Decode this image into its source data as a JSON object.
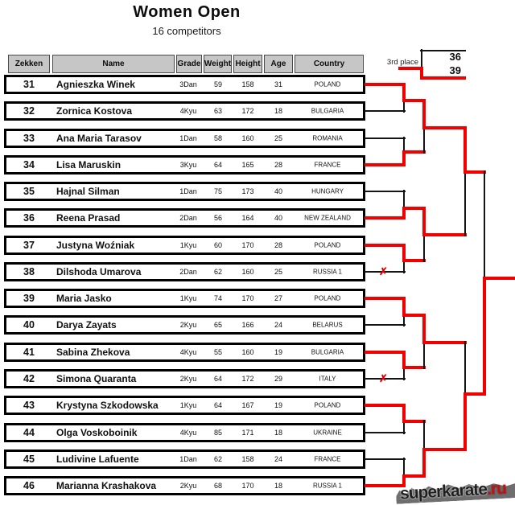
{
  "title": "Women Open",
  "subtitle": "16 competitors",
  "colors": {
    "win_line": "#f10000",
    "lose_line": "#141414",
    "header_bg": "#c6c6c6",
    "x_mark": "#e00000"
  },
  "table": {
    "headers": [
      "Zekken",
      "Name",
      "Grade",
      "Weight",
      "Height",
      "Age",
      "Country"
    ],
    "rows": [
      {
        "zekken": "31",
        "name": "Agnieszka Winek",
        "grade": "3Dan",
        "weight": "59",
        "height": "158",
        "age": "31",
        "country": "POLAND",
        "round1_win": true,
        "x_mark": false
      },
      {
        "zekken": "32",
        "name": "Zornica Kostova",
        "grade": "4Kyu",
        "weight": "63",
        "height": "172",
        "age": "18",
        "country": "BULGARIA",
        "round1_win": false,
        "x_mark": false
      },
      {
        "zekken": "33",
        "name": "Ana Maria Tarasov",
        "grade": "1Dan",
        "weight": "58",
        "height": "160",
        "age": "25",
        "country": "ROMANIA",
        "round1_win": false,
        "x_mark": false
      },
      {
        "zekken": "34",
        "name": "Lisa Maruskin",
        "grade": "3Kyu",
        "weight": "64",
        "height": "165",
        "age": "28",
        "country": "FRANCE",
        "round1_win": true,
        "x_mark": false
      },
      {
        "zekken": "35",
        "name": "Hajnal Silman",
        "grade": "1Dan",
        "weight": "75",
        "height": "173",
        "age": "40",
        "country": "HUNGARY",
        "round1_win": false,
        "x_mark": false
      },
      {
        "zekken": "36",
        "name": "Reena Prasad",
        "grade": "2Dan",
        "weight": "56",
        "height": "164",
        "age": "40",
        "country": "NEW ZEALAND",
        "round1_win": true,
        "x_mark": false
      },
      {
        "zekken": "37",
        "name": "Justyna Woźniak",
        "grade": "1Kyu",
        "weight": "60",
        "height": "170",
        "age": "28",
        "country": "POLAND",
        "round1_win": true,
        "x_mark": false
      },
      {
        "zekken": "38",
        "name": "Dilshoda Umarova",
        "grade": "2Dan",
        "weight": "62",
        "height": "160",
        "age": "25",
        "country": "RUSSIA 1",
        "round1_win": false,
        "x_mark": true
      },
      {
        "zekken": "39",
        "name": "Maria Jasko",
        "grade": "1Kyu",
        "weight": "74",
        "height": "170",
        "age": "27",
        "country": "POLAND",
        "round1_win": true,
        "x_mark": false
      },
      {
        "zekken": "40",
        "name": "Darya Zayats",
        "grade": "2Kyu",
        "weight": "65",
        "height": "166",
        "age": "24",
        "country": "BELARUS",
        "round1_win": false,
        "x_mark": false
      },
      {
        "zekken": "41",
        "name": "Sabina Zhekova",
        "grade": "4Kyu",
        "weight": "55",
        "height": "160",
        "age": "19",
        "country": "BULGARIA",
        "round1_win": true,
        "x_mark": false
      },
      {
        "zekken": "42",
        "name": "Simona Quaranta",
        "grade": "2Kyu",
        "weight": "64",
        "height": "172",
        "age": "29",
        "country": "ITALY",
        "round1_win": false,
        "x_mark": true
      },
      {
        "zekken": "43",
        "name": "Krystyna Szkodowska",
        "grade": "1Kyu",
        "weight": "64",
        "height": "167",
        "age": "19",
        "country": "POLAND",
        "round1_win": true,
        "x_mark": false
      },
      {
        "zekken": "44",
        "name": "Olga  Voskoboinik",
        "grade": "4Kyu",
        "weight": "85",
        "height": "171",
        "age": "18",
        "country": "UKRAINE",
        "round1_win": false,
        "x_mark": false
      },
      {
        "zekken": "45",
        "name": "Ludivine Lafuente",
        "grade": "1Dan",
        "weight": "62",
        "height": "158",
        "age": "24",
        "country": "FRANCE",
        "round1_win": false,
        "x_mark": false
      },
      {
        "zekken": "46",
        "name": "Marianna Krashakova",
        "grade": "2Kyu",
        "weight": "68",
        "height": "170",
        "age": "18",
        "country": "RUSSIA 1",
        "round1_win": true,
        "x_mark": false
      }
    ]
  },
  "bracket": {
    "quarterfinal_winners": [
      "top",
      "top",
      "top",
      "bottom"
    ],
    "semifinal_winners": [
      "top",
      "bottom"
    ],
    "final_winner": "bottom"
  },
  "third_place": {
    "label": "3rd place",
    "top_zekken": "36",
    "bottom_zekken": "39",
    "winner": "bottom"
  },
  "watermark": {
    "text": "superkarate",
    "tld": ".ru"
  }
}
